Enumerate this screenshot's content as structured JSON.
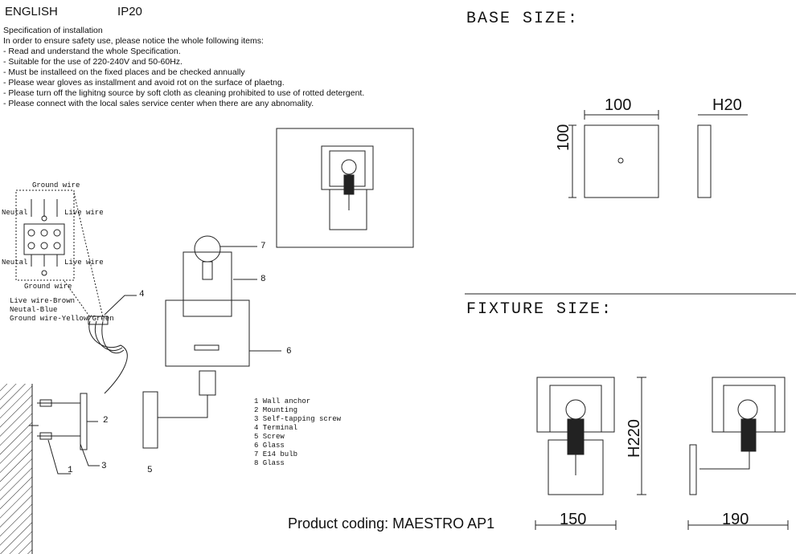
{
  "header": {
    "language": "ENGLISH",
    "rating": "IP20"
  },
  "spec": {
    "title": "Specification of installation",
    "intro": "In order to ensure safety use, please notice the whole following items:",
    "items": [
      "- Read and understand the whole Specification.",
      "- Suitable for the use of 220-240V and 50-60Hz.",
      "- Must be installeed on the fixed places and be checked annually",
      "- Please wear gloves as installment and avoid rot on the surface of plaetng.",
      "- Please turn off the lighitng source by soft cloth as cleaning prohibited to use of rotted detergent.",
      "- Please connect with the local sales service center when there are any abnomality."
    ]
  },
  "wiring": {
    "ground_top": "Ground wire",
    "ground_bottom": "Ground wire",
    "neutral_top": "Neutal",
    "neutral_bottom": "Neutal",
    "live_top": "Live wire",
    "live_bottom": "Live wire",
    "legend": [
      "Live wire-Brown",
      "Neutal-Blue",
      "Ground wire-Yellow/Green"
    ]
  },
  "callouts": [
    "1",
    "2",
    "3",
    "4",
    "5",
    "6",
    "7",
    "8"
  ],
  "parts": [
    "1 Wall anchor",
    "2 Mounting",
    "3 Self-tapping screw",
    "4 Terminal",
    "5 Screw",
    "6 Glass",
    "7 E14 bulb",
    "8 Glass"
  ],
  "base": {
    "title": "BASE SIZE:",
    "width": "100",
    "height": "100",
    "depth": "H20"
  },
  "fixture": {
    "title": "FIXTURE SIZE:",
    "height": "H220",
    "width": "150",
    "depth": "190"
  },
  "product": {
    "coding": "Product coding: MAESTRO AP1"
  }
}
